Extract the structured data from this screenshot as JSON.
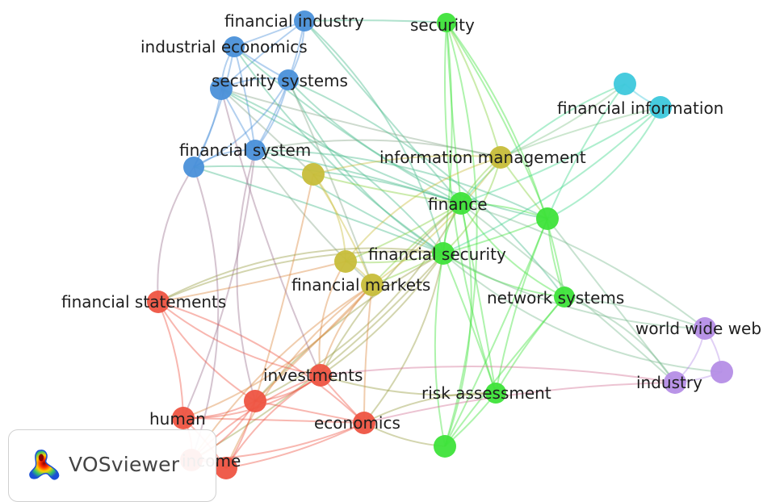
{
  "clusters": {
    "red": "#ee5442",
    "green": "#3ee33a",
    "blue": "#4a90d9",
    "yellow": "#c7bd3a",
    "purple": "#b58ee6",
    "cyan": "#3dc8dc"
  },
  "nodes": [
    {
      "id": "financial-industry",
      "label": "financial industry",
      "cluster": "blue"
    },
    {
      "id": "industrial-economics",
      "label": "industrial economics",
      "cluster": "blue"
    },
    {
      "id": "security-systems",
      "label": "security systems",
      "cluster": "blue"
    },
    {
      "id": "security-systems-2",
      "label": "",
      "cluster": "blue"
    },
    {
      "id": "financial-system",
      "label": "financial system",
      "cluster": "blue"
    },
    {
      "id": "financial-system-2",
      "label": "",
      "cluster": "blue"
    },
    {
      "id": "security",
      "label": "security",
      "cluster": "green"
    },
    {
      "id": "finance",
      "label": "finance",
      "cluster": "green"
    },
    {
      "id": "green-right",
      "label": "",
      "cluster": "green"
    },
    {
      "id": "financial-security",
      "label": "financial security",
      "cluster": "green"
    },
    {
      "id": "network-systems",
      "label": "network systems",
      "cluster": "green"
    },
    {
      "id": "risk-assessment",
      "label": "risk assessment",
      "cluster": "green"
    },
    {
      "id": "green-bottom",
      "label": "",
      "cluster": "green"
    },
    {
      "id": "information-management",
      "label": "information management",
      "cluster": "yellow"
    },
    {
      "id": "yellow-upper",
      "label": "",
      "cluster": "yellow"
    },
    {
      "id": "yellow-mid",
      "label": "",
      "cluster": "yellow"
    },
    {
      "id": "financial-markets",
      "label": "financial markets",
      "cluster": "yellow"
    },
    {
      "id": "financial-information",
      "label": "financial information",
      "cluster": "cyan"
    },
    {
      "id": "cyan-top",
      "label": "",
      "cluster": "cyan"
    },
    {
      "id": "world-wide-web",
      "label": "world wide web",
      "cluster": "purple"
    },
    {
      "id": "industry",
      "label": "industry",
      "cluster": "purple"
    },
    {
      "id": "purple-right",
      "label": "",
      "cluster": "purple"
    },
    {
      "id": "financial-statements",
      "label": "financial statements",
      "cluster": "red"
    },
    {
      "id": "investments",
      "label": "investments",
      "cluster": "red"
    },
    {
      "id": "red-mid",
      "label": "",
      "cluster": "red"
    },
    {
      "id": "human",
      "label": "human",
      "cluster": "red"
    },
    {
      "id": "economics",
      "label": "economics",
      "cluster": "red"
    },
    {
      "id": "income",
      "label": "income",
      "cluster": "red"
    },
    {
      "id": "red-bottom",
      "label": "",
      "cluster": "red"
    }
  ],
  "edges": [
    [
      "financial-industry",
      "industrial-economics"
    ],
    [
      "financial-industry",
      "security-systems"
    ],
    [
      "financial-industry",
      "security-systems-2"
    ],
    [
      "financial-industry",
      "financial-system"
    ],
    [
      "financial-industry",
      "security"
    ],
    [
      "financial-industry",
      "finance"
    ],
    [
      "financial-industry",
      "financial-security"
    ],
    [
      "industrial-economics",
      "security-systems"
    ],
    [
      "industrial-economics",
      "security-systems-2"
    ],
    [
      "industrial-economics",
      "financial-system"
    ],
    [
      "industrial-economics",
      "financial-system-2"
    ],
    [
      "industrial-economics",
      "financial-security"
    ],
    [
      "industrial-economics",
      "finance"
    ],
    [
      "security-systems",
      "security-systems-2"
    ],
    [
      "security-systems",
      "financial-system"
    ],
    [
      "security-systems",
      "financial-system-2"
    ],
    [
      "security-systems",
      "finance"
    ],
    [
      "security-systems",
      "financial-security"
    ],
    [
      "security-systems",
      "information-management"
    ],
    [
      "security-systems",
      "yellow-upper"
    ],
    [
      "security-systems-2",
      "financial-system"
    ],
    [
      "security-systems-2",
      "financial-system-2"
    ],
    [
      "security-systems-2",
      "financial-security"
    ],
    [
      "security-systems-2",
      "green-right"
    ],
    [
      "security-systems-2",
      "network-systems"
    ],
    [
      "security-systems-2",
      "financial-markets"
    ],
    [
      "financial-system",
      "financial-system-2"
    ],
    [
      "financial-system",
      "information-management"
    ],
    [
      "financial-system",
      "finance"
    ],
    [
      "financial-system",
      "financial-security"
    ],
    [
      "financial-system",
      "financial-markets"
    ],
    [
      "financial-system",
      "human"
    ],
    [
      "financial-system",
      "green-right"
    ],
    [
      "financial-system-2",
      "financial-statements"
    ],
    [
      "financial-system-2",
      "financial-security"
    ],
    [
      "financial-system-2",
      "finance"
    ],
    [
      "security",
      "finance"
    ],
    [
      "security",
      "financial-security"
    ],
    [
      "security",
      "network-systems"
    ],
    [
      "security",
      "risk-assessment"
    ],
    [
      "security",
      "green-right"
    ],
    [
      "security",
      "information-management"
    ],
    [
      "security",
      "green-bottom"
    ],
    [
      "finance",
      "financial-security"
    ],
    [
      "finance",
      "green-right"
    ],
    [
      "finance",
      "network-systems"
    ],
    [
      "finance",
      "risk-assessment"
    ],
    [
      "finance",
      "information-management"
    ],
    [
      "finance",
      "financial-markets"
    ],
    [
      "finance",
      "yellow-mid"
    ],
    [
      "finance",
      "investments"
    ],
    [
      "finance",
      "financial-information"
    ],
    [
      "finance",
      "cyan-top"
    ],
    [
      "finance",
      "world-wide-web"
    ],
    [
      "finance",
      "industry"
    ],
    [
      "finance",
      "green-bottom"
    ],
    [
      "finance",
      "red-mid"
    ],
    [
      "green-right",
      "financial-security"
    ],
    [
      "green-right",
      "network-systems"
    ],
    [
      "green-right",
      "risk-assessment"
    ],
    [
      "green-right",
      "financial-information"
    ],
    [
      "green-right",
      "cyan-top"
    ],
    [
      "green-right",
      "information-management"
    ],
    [
      "green-right",
      "industry"
    ],
    [
      "green-right",
      "green-bottom"
    ],
    [
      "financial-security",
      "network-systems"
    ],
    [
      "financial-security",
      "risk-assessment"
    ],
    [
      "financial-security",
      "financial-markets"
    ],
    [
      "financial-security",
      "yellow-mid"
    ],
    [
      "financial-security",
      "investments"
    ],
    [
      "financial-security",
      "red-mid"
    ],
    [
      "financial-security",
      "economics"
    ],
    [
      "financial-security",
      "income"
    ],
    [
      "financial-security",
      "green-bottom"
    ],
    [
      "financial-security",
      "world-wide-web"
    ],
    [
      "financial-security",
      "purple-right"
    ],
    [
      "financial-security",
      "information-management"
    ],
    [
      "financial-security",
      "financial-statements"
    ],
    [
      "financial-security",
      "financial-information"
    ],
    [
      "network-systems",
      "risk-assessment"
    ],
    [
      "network-systems",
      "green-bottom"
    ],
    [
      "network-systems",
      "industry"
    ],
    [
      "network-systems",
      "world-wide-web"
    ],
    [
      "risk-assessment",
      "green-bottom"
    ],
    [
      "risk-assessment",
      "investments"
    ],
    [
      "information-management",
      "financial-information"
    ],
    [
      "information-management",
      "cyan-top"
    ],
    [
      "information-management",
      "yellow-upper"
    ],
    [
      "information-management",
      "financial-markets"
    ],
    [
      "information-management",
      "yellow-mid"
    ],
    [
      "yellow-upper",
      "yellow-mid"
    ],
    [
      "yellow-upper",
      "financial-markets"
    ],
    [
      "yellow-upper",
      "finance"
    ],
    [
      "yellow-upper",
      "red-mid"
    ],
    [
      "yellow-mid",
      "financial-markets"
    ],
    [
      "yellow-mid",
      "investments"
    ],
    [
      "yellow-mid",
      "financial-statements"
    ],
    [
      "financial-markets",
      "investments"
    ],
    [
      "financial-markets",
      "economics"
    ],
    [
      "financial-markets",
      "red-mid"
    ],
    [
      "financial-markets",
      "human"
    ],
    [
      "financial-markets",
      "income"
    ],
    [
      "financial-markets",
      "red-bottom"
    ],
    [
      "financial-information",
      "cyan-top"
    ],
    [
      "world-wide-web",
      "industry"
    ],
    [
      "world-wide-web",
      "purple-right"
    ],
    [
      "industry",
      "purple-right"
    ],
    [
      "industry",
      "investments"
    ],
    [
      "industry",
      "economics"
    ],
    [
      "financial-statements",
      "investments"
    ],
    [
      "financial-statements",
      "human"
    ],
    [
      "financial-statements",
      "red-mid"
    ],
    [
      "financial-statements",
      "economics"
    ],
    [
      "financial-statements",
      "financial-security"
    ],
    [
      "investments",
      "red-mid"
    ],
    [
      "investments",
      "human"
    ],
    [
      "investments",
      "economics"
    ],
    [
      "investments",
      "income"
    ],
    [
      "investments",
      "red-bottom"
    ],
    [
      "red-mid",
      "human"
    ],
    [
      "red-mid",
      "economics"
    ],
    [
      "red-mid",
      "income"
    ],
    [
      "red-mid",
      "red-bottom"
    ],
    [
      "human",
      "economics"
    ],
    [
      "human",
      "income"
    ],
    [
      "human",
      "red-bottom"
    ],
    [
      "economics",
      "income"
    ],
    [
      "economics",
      "red-bottom"
    ],
    [
      "economics",
      "green-bottom"
    ],
    [
      "economics",
      "risk-assessment"
    ],
    [
      "income",
      "red-bottom"
    ],
    [
      "financial-system-2",
      "income"
    ],
    [
      "security-systems",
      "investments"
    ],
    [
      "red-mid",
      "financial-system"
    ]
  ],
  "logo": {
    "text": "VOSviewer"
  }
}
